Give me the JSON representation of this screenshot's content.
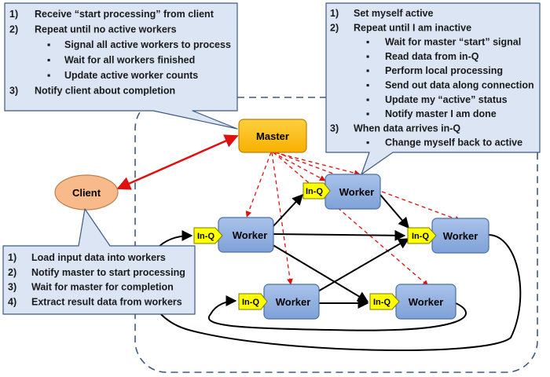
{
  "colors": {
    "master_fill": "#ffc000",
    "master_stroke": "#c07f00",
    "worker_fill": "#8eaee0",
    "worker_stroke": "#4a6fa8",
    "client_fill": "#f8b98b",
    "client_stroke": "#c0804a",
    "inq_fill": "#ffff00",
    "inq_stroke": "#7a7a00",
    "signal_arrow": "#e01010",
    "data_arrow": "#000000",
    "boundary": "#3d5a80"
  },
  "nodes": {
    "master": "Master",
    "client": "Client",
    "worker_label": "Worker",
    "inq_label": "In-Q"
  },
  "master_callout": {
    "lines": [
      {
        "marker": "1)",
        "text": "Receive “start processing” from client",
        "level": 0
      },
      {
        "marker": "2)",
        "text": "Repeat until no active workers",
        "level": 0
      },
      {
        "marker": "▪",
        "text": "Signal all active workers to process",
        "level": 1
      },
      {
        "marker": "▪",
        "text": "Wait for all workers finished",
        "level": 1
      },
      {
        "marker": "▪",
        "text": "Update active worker counts",
        "level": 1
      },
      {
        "marker": "3)",
        "text": "Notify client about completion",
        "level": 0
      }
    ]
  },
  "worker_callout": {
    "lines": [
      {
        "marker": "1)",
        "text": "Set myself active",
        "level": 0
      },
      {
        "marker": "2)",
        "text": "Repeat until I am inactive",
        "level": 0
      },
      {
        "marker": "▪",
        "text": "Wait for master “start” signal",
        "level": 1
      },
      {
        "marker": "▪",
        "text": "Read data from in-Q",
        "level": 1
      },
      {
        "marker": "▪",
        "text": "Perform local processing",
        "level": 1
      },
      {
        "marker": "▪",
        "text": "Send out data along connection",
        "level": 1
      },
      {
        "marker": "▪",
        "text": "Update my “active” status",
        "level": 1
      },
      {
        "marker": "▪",
        "text": "Notify master I am done",
        "level": 1
      },
      {
        "marker": "3)",
        "text": "When data arrives in-Q",
        "level": 0
      },
      {
        "marker": "▪",
        "text": "Change myself back to active",
        "level": 1
      }
    ]
  },
  "client_callout": {
    "lines": [
      {
        "marker": "1)",
        "text": "Load input data into workers",
        "level": 0
      },
      {
        "marker": "2)",
        "text": "Notify master to start processing",
        "level": 0
      },
      {
        "marker": "3)",
        "text": "Wait for master for completion",
        "level": 0
      },
      {
        "marker": "4)",
        "text": "Extract result data from workers",
        "level": 0
      }
    ]
  }
}
